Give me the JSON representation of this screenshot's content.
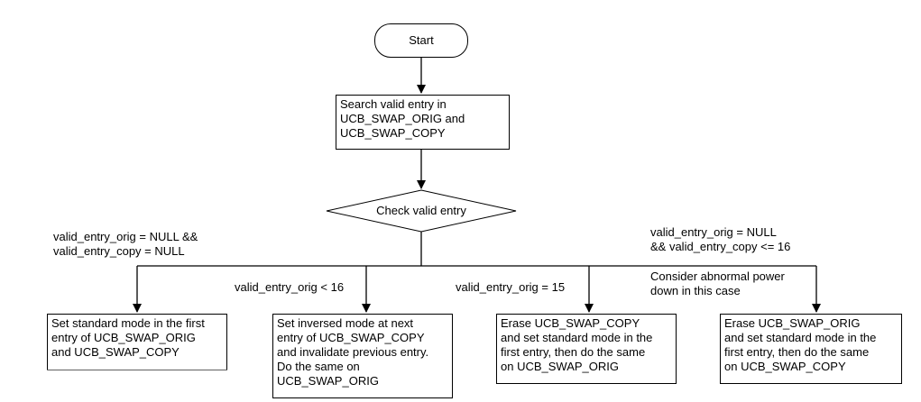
{
  "start": "Start",
  "search": "Search valid entry in\nUCB_SWAP_ORIG and\nUCB_SWAP_COPY",
  "decision": "Check valid entry",
  "conditions": {
    "both_null": "valid_entry_orig = NULL &&\nvalid_entry_copy = NULL",
    "orig_lt_16": "valid_entry_orig < 16",
    "orig_eq_15": "valid_entry_orig = 15",
    "orig_null_copy_le_16": "valid_entry_orig = NULL\n&& valid_entry_copy <= 16",
    "abnormal_note": "Consider abnormal power\ndown in this case"
  },
  "actions": {
    "standard_first": "Set standard mode in the first\nentry of UCB_SWAP_ORIG\nand UCB_SWAP_COPY",
    "inversed_next": "Set inversed mode at next\nentry of UCB_SWAP_COPY\nand invalidate previous entry.\nDo the same on\nUCB_SWAP_ORIG",
    "erase_copy": "Erase UCB_SWAP_COPY\nand set standard mode in the\nfirst entry, then do the same\non UCB_SWAP_ORIG",
    "erase_orig": "Erase UCB_SWAP_ORIG\nand set standard mode in the\nfirst entry, then do the same\non UCB_SWAP_COPY"
  }
}
